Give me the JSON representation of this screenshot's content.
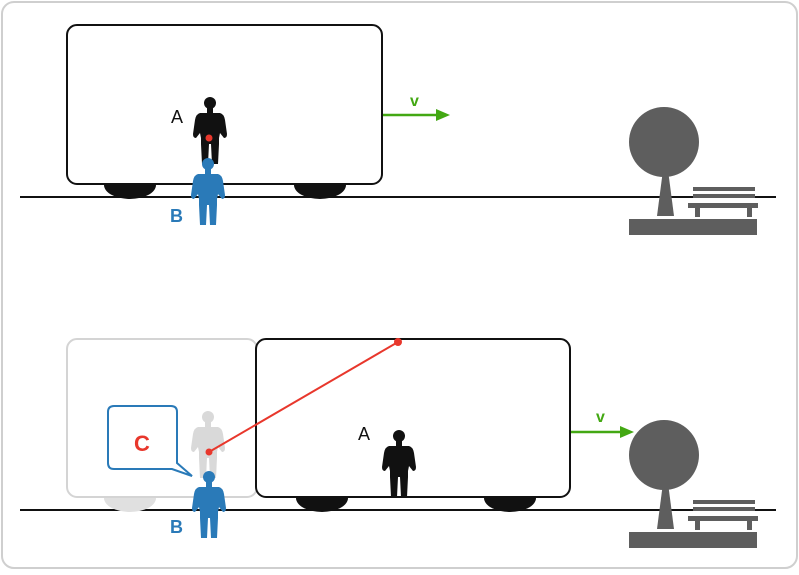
{
  "panels": [
    {
      "observer_on_train": "A",
      "observer_on_ground": "B",
      "velocity": "v"
    },
    {
      "observer_on_train": "A",
      "observer_on_ground": "B",
      "velocity": "v",
      "callout": "C"
    }
  ],
  "colors": {
    "train_outline": "#111111",
    "ghost_outline": "#d4d4d4",
    "observer_a": "#111111",
    "observer_b": "#2a7ab8",
    "ghost_figure": "#d9d9d9",
    "arrow": "#43a813",
    "light_ray": "#e8372c",
    "scenery": "#5e5e5e",
    "callout_border": "#2a7ab8",
    "callout_text": "#e8372c"
  },
  "icons": {
    "figure": "standing-person-icon",
    "tree": "tree-icon",
    "bench": "bench-icon"
  }
}
